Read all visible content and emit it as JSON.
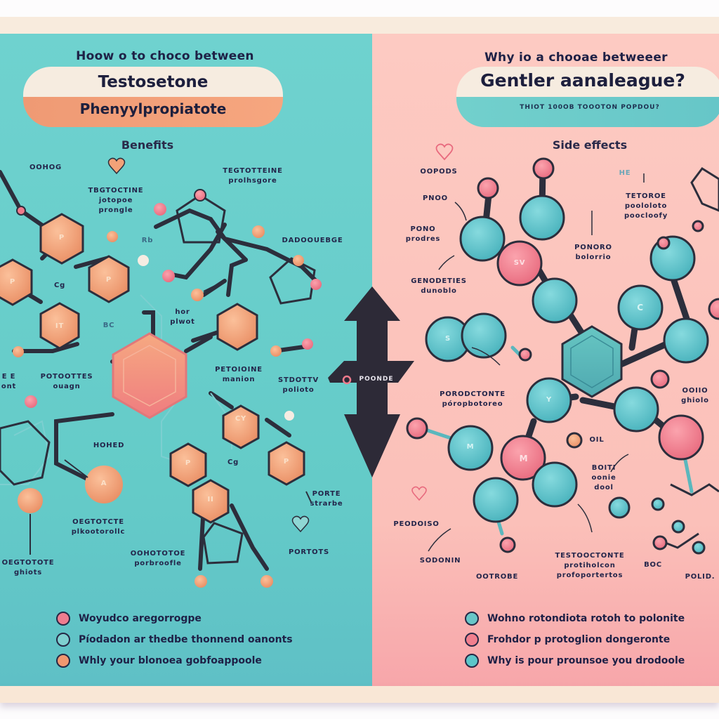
{
  "colors": {
    "left_bg": "#66ccc9",
    "right_bg": "#fcc4bd",
    "cream": "#f8ebdd",
    "orange_atom": "#f2a278",
    "pink_atom": "#f07a8c",
    "teal_atom": "#5bc2c8",
    "dark": "#2a2838"
  },
  "left": {
    "pre_title": "Hoow o to choco between",
    "title_line1": "Testosetone",
    "title_line2": "Phenyylpropiatote",
    "section": "Benefits",
    "labels": [
      "OOHOG",
      "TBGTOCTINE\njotopoe\nprongle",
      "TEGTOTTEINE\nprolhsgore",
      "DADOOUEBGE",
      "Rb",
      "Cg",
      "BC",
      "hor\nplwot",
      "POTOOTTES\nouagn",
      "PETOIOINE\nmanion",
      "STDOTTV\npolioto",
      "HOHED",
      "Cg",
      "OEGTOTCTE\nplkootorollc",
      "OOHOTOTOE\nporbroofle",
      "PORTE\nstrarbe",
      "PORTOTS",
      "OEGTOTOTE\nghiots",
      "E E\nont"
    ],
    "atom_letters": [
      "P",
      "P",
      "P",
      "IT",
      "CY",
      "P",
      "P",
      "II",
      "A"
    ],
    "legend": [
      {
        "color": "#ee7d8f",
        "text": "Woyudco aregorrogpe"
      },
      {
        "color": "#7fd0d0",
        "text": "Píodadon ar thedbe thonnend oanonts"
      },
      {
        "color": "#f09770",
        "text": "Whly your blonoea gobfoappoole"
      }
    ]
  },
  "center": {
    "arrow_label": "POONDE"
  },
  "right": {
    "pre_title": "Why io a chooae betweeer",
    "title": "Gentler aanaleague?",
    "subtitle": "THIOT 100OB TOOOTON POPDOU?",
    "section": "Side effects",
    "labels": [
      "OOPODS",
      "PNOO",
      "PONO\nprodres",
      "GENODETIES\ndunoblo",
      "TETOROE\npoololoto\npoocloofy",
      "PONORO\nbolorrio",
      "HE",
      "PORODCTONTE\npóropbotoreo",
      "OOIIO\nghiolo",
      "OIL",
      "BOITI\noonie\ndool",
      "PEODOISO",
      "SODONIN",
      "OOTROBE",
      "TESTOOCTONTE\nprotiholcon\nprofoportertos",
      "BOC",
      "POLID."
    ],
    "atom_letters": [
      "SV",
      "M",
      "C",
      "S",
      "Y",
      "M"
    ],
    "legend": [
      {
        "color": "#68c6c8",
        "text": "Wohno rotondiota rotoh to polonite"
      },
      {
        "color": "#f07f8e",
        "text": "Frohdor p protoglion dongeronte"
      },
      {
        "color": "#5cc6c9",
        "text": "Why is pour prounsoe you drodoole"
      }
    ]
  }
}
